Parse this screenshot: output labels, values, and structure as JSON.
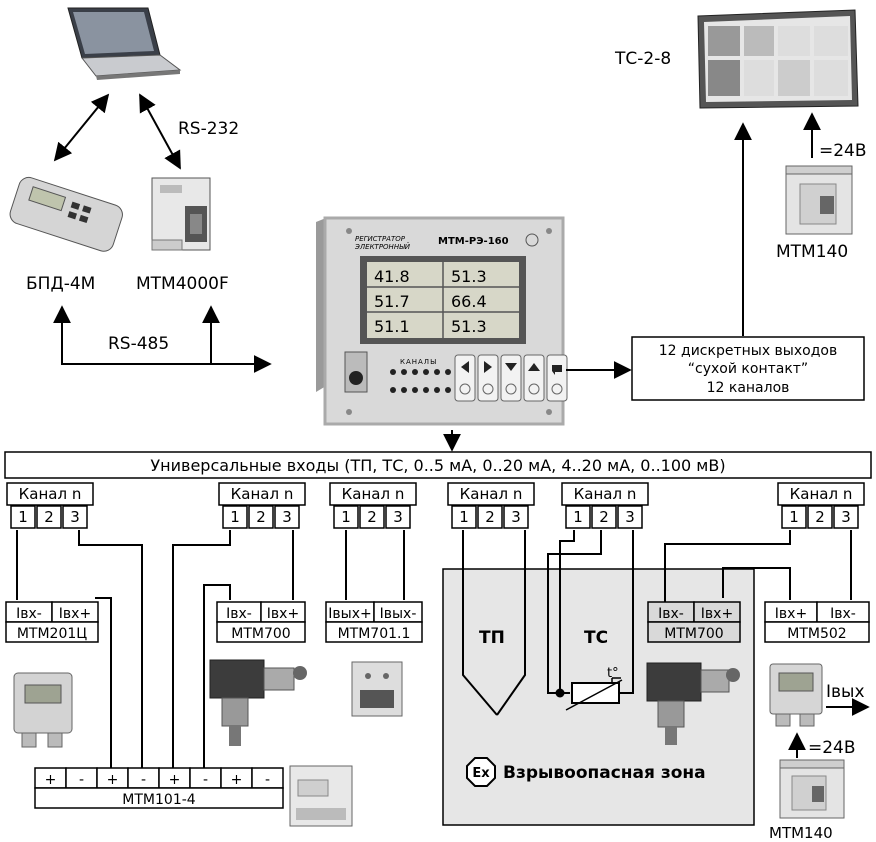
{
  "devices": {
    "laptop": "",
    "bpd": "БПД-4М",
    "mtm4000f": "МТМ4000F",
    "ts28": "ТС-2-8",
    "mtm140_top": "МТМ140",
    "mtm140_bottom": "МТМ140",
    "mtm201c": "МТМ201Ц",
    "mtm700_left": "МТМ700",
    "mtm701": "МТМ701.1",
    "mtm700_right": "МТМ700",
    "mtm502": "МТМ502",
    "mtm101": "МТМ101-4"
  },
  "links": {
    "rs232": "RS-232",
    "rs485": "RS-485",
    "power_top": "=24В",
    "power_bottom": "=24В",
    "iout": "Iвых"
  },
  "recorder": {
    "brand_line1": "РЕГИСТРАТОР",
    "brand_line2": "ЭЛЕКТРОННЫЙ",
    "model": "МТМ-РЭ-160",
    "values": [
      "41.8",
      "51.3",
      "51.7",
      "66.4",
      "51.1",
      "51.3"
    ],
    "channels_label": "КАНАЛЫ"
  },
  "outputs_box": {
    "line1": "12 дискретных выходов",
    "line2": "“сухой контакт”",
    "line3": "12 каналов"
  },
  "inputs_bar": "Универсальные входы (ТП, ТС, 0..5 мА, 0..20 мА, 4..20 мА, 0..100 мВ)",
  "channel": {
    "title": "Канал n",
    "pins": [
      "1",
      "2",
      "3"
    ]
  },
  "terminals": {
    "mtm201c": [
      "Iвх-",
      "Iвх+"
    ],
    "mtm700_left": [
      "Iвх-",
      "Iвх+"
    ],
    "mtm701": [
      "Iвых+",
      "Iвых-"
    ],
    "mtm700_right": [
      "Iвх-",
      "Iвх+"
    ],
    "mtm502": [
      "Iвх+",
      "Iвх-"
    ],
    "mtm101": [
      "+",
      "-",
      "+",
      "-",
      "+",
      "-",
      "+",
      "-"
    ]
  },
  "sensors": {
    "tp": "ТП",
    "ts": "ТС",
    "t_symbol": "t°"
  },
  "hazard": {
    "ex": "Ex",
    "zone": "Взрывоопасная зона"
  },
  "colors": {
    "zone_fill": "#e6e6e6",
    "device_body": "#d9d9d9",
    "lcd": "#d7d7c8"
  }
}
